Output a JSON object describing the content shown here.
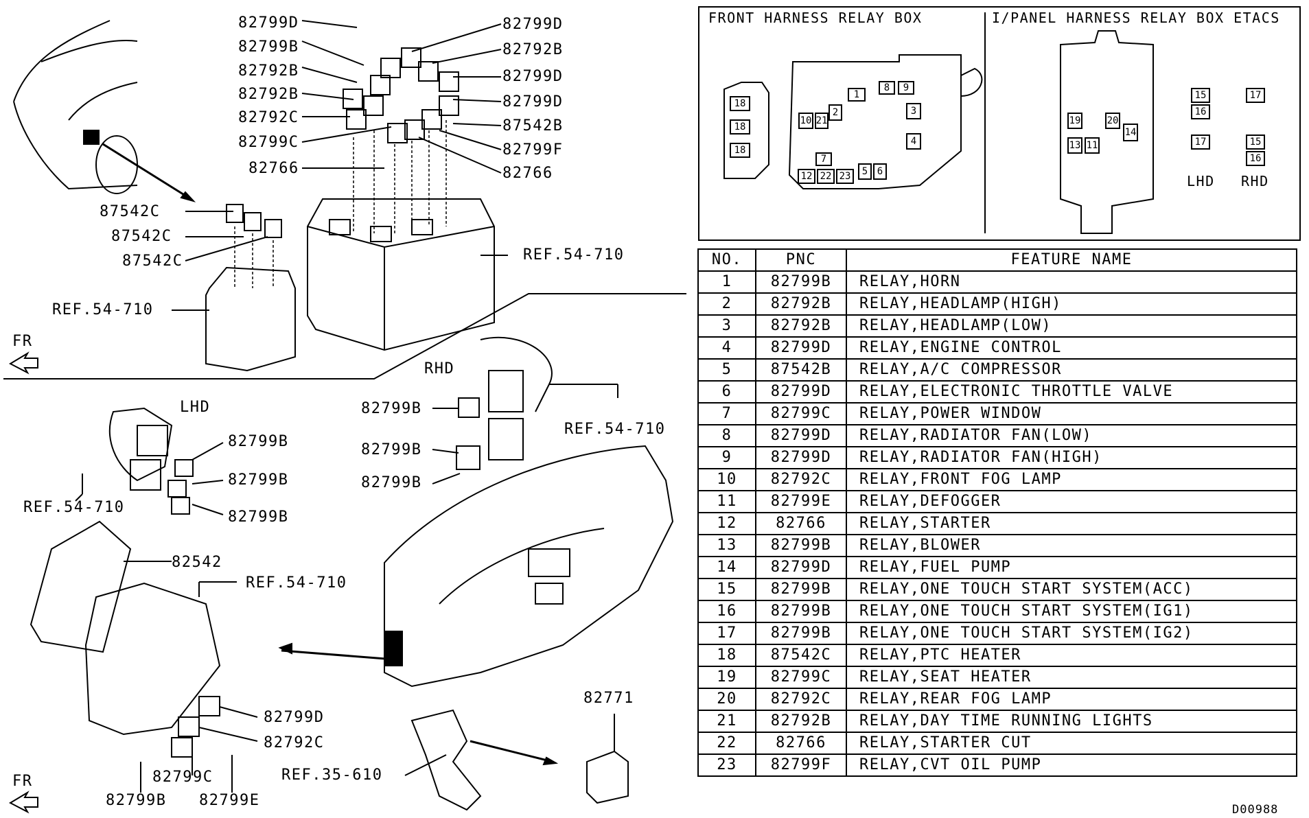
{
  "labels": {
    "top_left": [
      "82799D",
      "82799B",
      "82792B",
      "82792B",
      "82792C",
      "82799C",
      "82766"
    ],
    "top_right": [
      "82799D",
      "82792B",
      "82799D",
      "82799D",
      "87542B",
      "82799F",
      "82766"
    ],
    "left_small": [
      "87542C",
      "87542C",
      "87542C"
    ],
    "ref_front_box": "REF.54-710",
    "ref_left_box": "REF.54-710",
    "fr": "FR",
    "fr_bottom": "FR",
    "rhd": "RHD",
    "rhd_relays": [
      "82799B",
      "82799B",
      "82799B"
    ],
    "rhd_ref": "REF.54-710",
    "lhd": "LHD",
    "lhd_relays": [
      "82799B",
      "82799B",
      "82799B"
    ],
    "lhd_ref": "REF.54-710",
    "etacs": "82542",
    "etacs_ref": "REF.54-710",
    "bottom_relays": [
      "82799D",
      "82792C"
    ],
    "bottom_row": [
      "82799C",
      "82799B",
      "82799E"
    ],
    "pedal_ref": "REF.35-610",
    "switch": "82771"
  },
  "inset": {
    "front_title": "FRONT HARNESS RELAY BOX",
    "ipanel_title": "I/PANEL HARNESS RELAY BOX ETACS",
    "front_left_slots": [
      "18",
      "18",
      "18"
    ],
    "front_slots": [
      "1",
      "8",
      "9",
      "2",
      "10",
      "21",
      "3",
      "4",
      "7",
      "12",
      "22",
      "23",
      "5",
      "6"
    ],
    "ipanel_slots": [
      "19",
      "20",
      "14",
      "13",
      "11"
    ],
    "lhd_slots": [
      "15",
      "16",
      "17"
    ],
    "rhd_slots": [
      "17",
      "15",
      "16"
    ],
    "lhd": "LHD",
    "rhd": "RHD"
  },
  "table": {
    "headers": {
      "no": "NO.",
      "pnc": "PNC",
      "feature": "FEATURE NAME"
    },
    "rows": [
      {
        "no": "1",
        "pnc": "82799B",
        "feature": "RELAY,HORN"
      },
      {
        "no": "2",
        "pnc": "82792B",
        "feature": "RELAY,HEADLAMP(HIGH)"
      },
      {
        "no": "3",
        "pnc": "82792B",
        "feature": "RELAY,HEADLAMP(LOW)"
      },
      {
        "no": "4",
        "pnc": "82799D",
        "feature": "RELAY,ENGINE CONTROL"
      },
      {
        "no": "5",
        "pnc": "87542B",
        "feature": "RELAY,A/C COMPRESSOR"
      },
      {
        "no": "6",
        "pnc": "82799D",
        "feature": "RELAY,ELECTRONIC THROTTLE VALVE"
      },
      {
        "no": "7",
        "pnc": "82799C",
        "feature": "RELAY,POWER WINDOW"
      },
      {
        "no": "8",
        "pnc": "82799D",
        "feature": "RELAY,RADIATOR FAN(LOW)"
      },
      {
        "no": "9",
        "pnc": "82799D",
        "feature": "RELAY,RADIATOR FAN(HIGH)"
      },
      {
        "no": "10",
        "pnc": "82792C",
        "feature": "RELAY,FRONT FOG LAMP"
      },
      {
        "no": "11",
        "pnc": "82799E",
        "feature": "RELAY,DEFOGGER"
      },
      {
        "no": "12",
        "pnc": "82766",
        "feature": "RELAY,STARTER"
      },
      {
        "no": "13",
        "pnc": "82799B",
        "feature": "RELAY,BLOWER"
      },
      {
        "no": "14",
        "pnc": "82799D",
        "feature": "RELAY,FUEL PUMP"
      },
      {
        "no": "15",
        "pnc": "82799B",
        "feature": "RELAY,ONE TOUCH START SYSTEM(ACC)"
      },
      {
        "no": "16",
        "pnc": "82799B",
        "feature": "RELAY,ONE TOUCH START SYSTEM(IG1)"
      },
      {
        "no": "17",
        "pnc": "82799B",
        "feature": "RELAY,ONE TOUCH START SYSTEM(IG2)"
      },
      {
        "no": "18",
        "pnc": "87542C",
        "feature": "RELAY,PTC HEATER"
      },
      {
        "no": "19",
        "pnc": "82799C",
        "feature": "RELAY,SEAT HEATER"
      },
      {
        "no": "20",
        "pnc": "82792C",
        "feature": "RELAY,REAR FOG LAMP"
      },
      {
        "no": "21",
        "pnc": "82792B",
        "feature": "RELAY,DAY TIME RUNNING LIGHTS"
      },
      {
        "no": "22",
        "pnc": "82766",
        "feature": "RELAY,STARTER CUT"
      },
      {
        "no": "23",
        "pnc": "82799F",
        "feature": "RELAY,CVT OIL PUMP"
      }
    ]
  },
  "doc_code": "D00988"
}
